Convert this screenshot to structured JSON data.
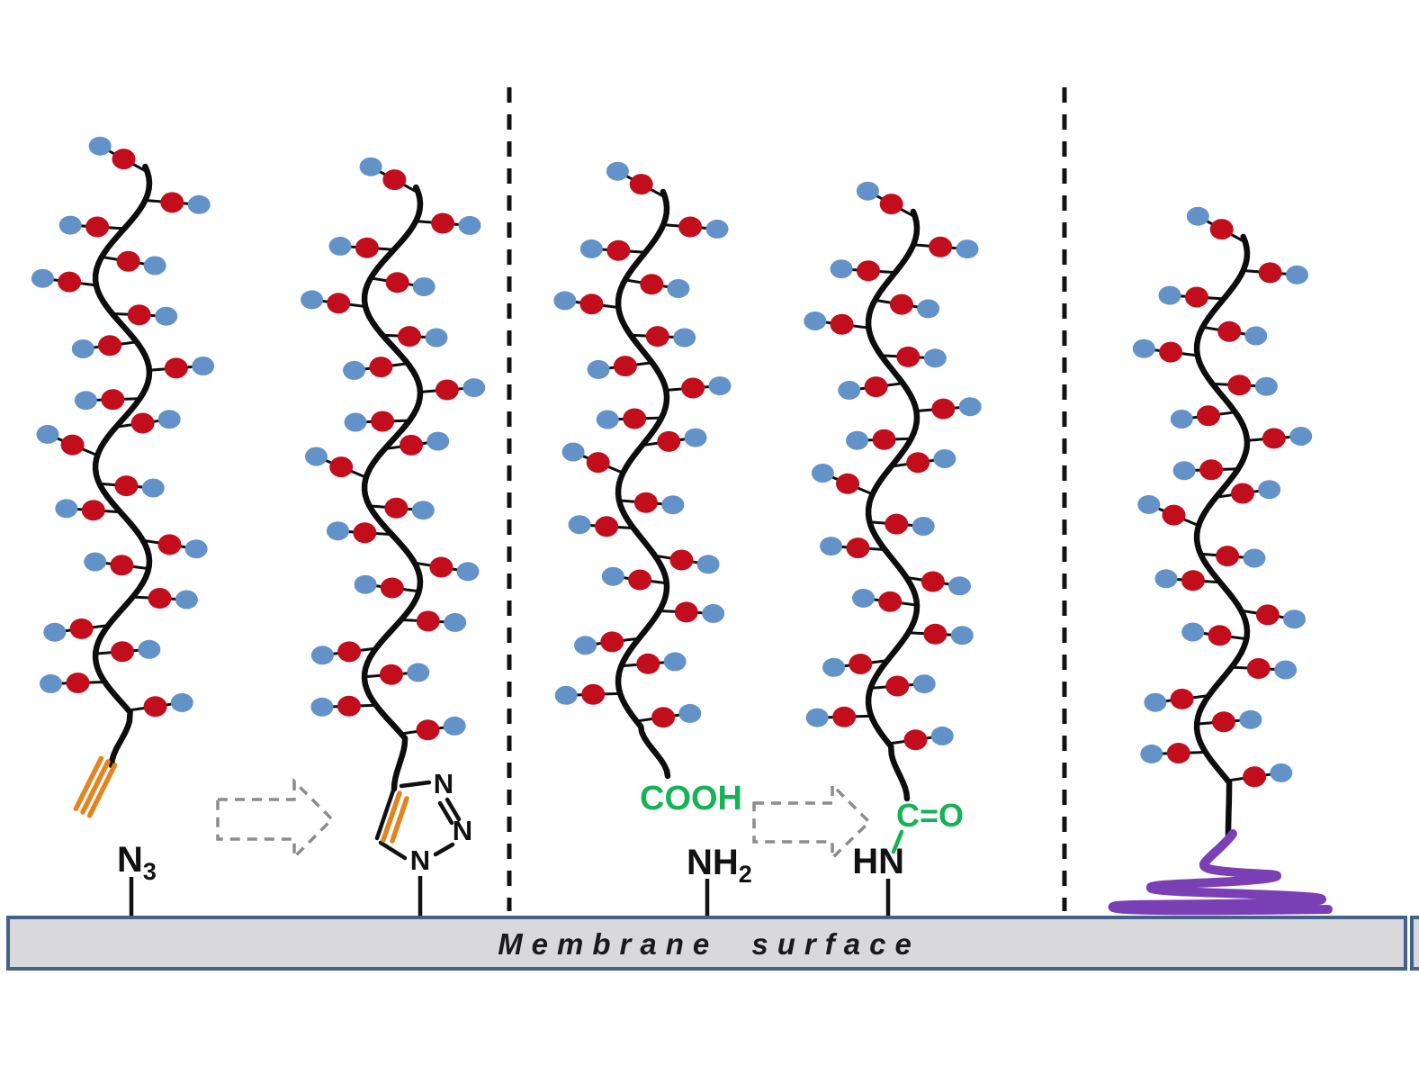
{
  "figure_labels": {
    "azide": {
      "main": "N",
      "sub": "3"
    },
    "triazole": {
      "n_top": "N",
      "n_mid": "N",
      "n_bottom": "N"
    },
    "carboxyl": "COOH",
    "amine": {
      "main": "NH",
      "sub": "2"
    },
    "carbonyl": "C=O",
    "amide_nh": "HN",
    "membrane": "Membrane surface"
  },
  "icons": {
    "polymer_chain": "brush-polymer-chain",
    "alkyne": "alkyne-triple-bond",
    "triazole_ring": "triazole-ring",
    "reaction_arrow": "dashed-block-arrow-right",
    "coil": "adsorbed-polymer-coil",
    "divider": "dashed-panel-divider"
  },
  "colors": {
    "bead_red": "#c20d1d",
    "bead_blue": "#6292c8",
    "backbone": "#0d0d0d",
    "alkyne_orange": "#e2841f",
    "label_green": "#17b256",
    "coil_purple": "#7b3fb5",
    "membrane_fill": "#d9d9dc",
    "membrane_border": "#44618a",
    "arrow_gray": "#8c8c8c",
    "divider": "#111111"
  }
}
